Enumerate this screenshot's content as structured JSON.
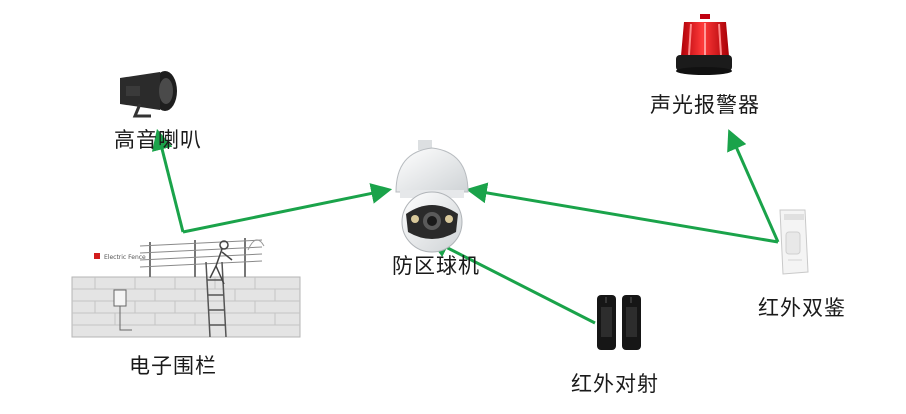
{
  "colors": {
    "arrow": "#1aa34a",
    "alarm_red": "#e8101a",
    "device_white": "#f2f2f2"
  },
  "devices": {
    "speaker": {
      "label": "高音喇叭",
      "icon": "horn-speaker-icon"
    },
    "alarm": {
      "label": "声光报警器",
      "icon": "strobe-siren-icon"
    },
    "ptz": {
      "label": "防区球机",
      "icon": "ptz-dome-camera-icon"
    },
    "fence": {
      "label": "电子围栏",
      "icon": "electric-fence-icon",
      "sign_text": "Electric Fence"
    },
    "dual": {
      "label": "红外双鉴",
      "icon": "dual-tech-detector-icon"
    },
    "beam": {
      "label": "红外对射",
      "icon": "infrared-beam-icon"
    }
  }
}
